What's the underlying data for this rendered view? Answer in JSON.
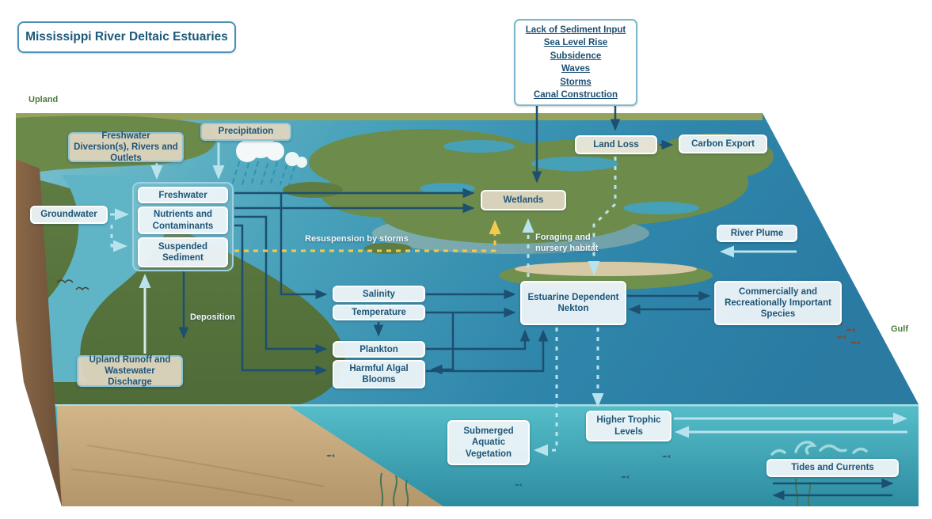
{
  "title": "Mississippi River Deltaic Estuaries",
  "region_labels": {
    "upland": "Upland",
    "gulf": "Gulf"
  },
  "stressors": {
    "items": [
      "Lack of Sediment Input",
      "Sea Level Rise",
      "Subsidence",
      "Waves",
      "Storms",
      "Canal Construction"
    ]
  },
  "nodes": {
    "freshwater_diversion": "Freshwater Diversion(s), Rivers and Outlets",
    "precipitation": "Precipitation",
    "groundwater": "Groundwater",
    "freshwater": "Freshwater",
    "nutrients": "Nutrients and Contaminants",
    "suspended_sediment": "Suspended Sediment",
    "upland_runoff": "Upland Runoff and Wastewater Discharge",
    "wetlands": "Wetlands",
    "land_loss": "Land Loss",
    "carbon_export": "Carbon Export",
    "river_plume": "River Plume",
    "salinity": "Salinity",
    "temperature": "Temperature",
    "plankton": "Plankton",
    "hab": "Harmful Algal Blooms",
    "nekton": "Estuarine Dependent Nekton",
    "species": "Commercially and Recreationally Important Species",
    "higher_trophic": "Higher Trophic Levels",
    "sav": "Submerged Aquatic Vegetation",
    "tides": "Tides and Currents"
  },
  "flow_labels": {
    "resuspension": "Resuspension by storms",
    "foraging": "Foraging and nursery habitat",
    "deposition": "Deposition"
  },
  "flows": [
    {
      "from": "stressors",
      "to": "wetlands",
      "style": "solid-navy"
    },
    {
      "from": "stressors",
      "to": "land_loss",
      "style": "solid-navy"
    },
    {
      "from": "land_loss",
      "to": "carbon_export",
      "style": "solid-navy"
    },
    {
      "from": "land_loss",
      "to": "nekton",
      "style": "dashed-cyan"
    },
    {
      "from": "freshwater",
      "to": "wetlands",
      "style": "solid-navy"
    },
    {
      "from": "nutrients",
      "to": "wetlands",
      "style": "solid-navy"
    },
    {
      "from": "freshwater",
      "to": "salinity",
      "style": "solid-navy"
    },
    {
      "from": "nutrients",
      "to": "plankton",
      "style": "solid-navy"
    },
    {
      "from": "nutrients",
      "to": "hab",
      "style": "solid-navy"
    },
    {
      "from": "suspended_sediment",
      "to": "deposition",
      "style": "solid-navy"
    },
    {
      "from": "suspended_sediment",
      "to": "wetlands",
      "style": "dashed-yellow",
      "label": "Resuspension by storms"
    },
    {
      "from": "freshwater_diversion",
      "to": "freshwater_group",
      "style": "solid-cyan"
    },
    {
      "from": "precipitation",
      "to": "freshwater_group",
      "style": "solid-cyan"
    },
    {
      "from": "groundwater",
      "to": "freshwater_group",
      "style": "solid-cyan"
    },
    {
      "from": "groundwater",
      "to": "suspended_sediment",
      "style": "dashed-cyan"
    },
    {
      "from": "upland_runoff",
      "to": "freshwater_group",
      "style": "solid-cyan"
    },
    {
      "from": "temperature",
      "to": "plankton",
      "style": "solid-navy"
    },
    {
      "from": "temperature",
      "to": "hab",
      "style": "solid-navy"
    },
    {
      "from": "salinity",
      "to": "nekton",
      "style": "solid-navy"
    },
    {
      "from": "temperature",
      "to": "nekton",
      "style": "solid-navy"
    },
    {
      "from": "plankton",
      "to": "nekton",
      "style": "solid-navy"
    },
    {
      "from": "hab",
      "to": "nekton",
      "style": "solid-navy"
    },
    {
      "from": "nekton",
      "to": "wetlands",
      "style": "dashed-cyan",
      "label": "Foraging and nursery habitat"
    },
    {
      "from": "nekton",
      "to": "sav",
      "style": "dashed-cyan"
    },
    {
      "from": "nekton",
      "to": "higher_trophic",
      "style": "dashed-cyan"
    },
    {
      "from": "nekton",
      "to": "species",
      "style": "solid-navy-bidirectional"
    },
    {
      "from": "higher_trophic",
      "to": "gulf",
      "style": "solid-cyan-bidirectional"
    },
    {
      "from": "gulf",
      "to": "river_plume_area",
      "style": "solid-cyan"
    },
    {
      "from": "tides",
      "to": "gulf",
      "style": "solid-navy-bidirectional"
    }
  ],
  "icons": {
    "cloud_rain": "rain-cloud-icon",
    "waves": "waves-icon",
    "fish": "fish-icon",
    "birds": "birds-icon",
    "seaweed": "seaweed-icon"
  },
  "colors": {
    "navy_arrow": "#1d4f70",
    "cyan_arrow": "#b8e3ed",
    "yellow_arrow": "#f2ca4e",
    "box_text": "#1e5577",
    "tan_box": "#ddd4bf",
    "water": "#3f9cb5",
    "marsh_green": "#6d8c4b",
    "sand": "#c7a97c",
    "label_green": "#4c7a3d"
  }
}
